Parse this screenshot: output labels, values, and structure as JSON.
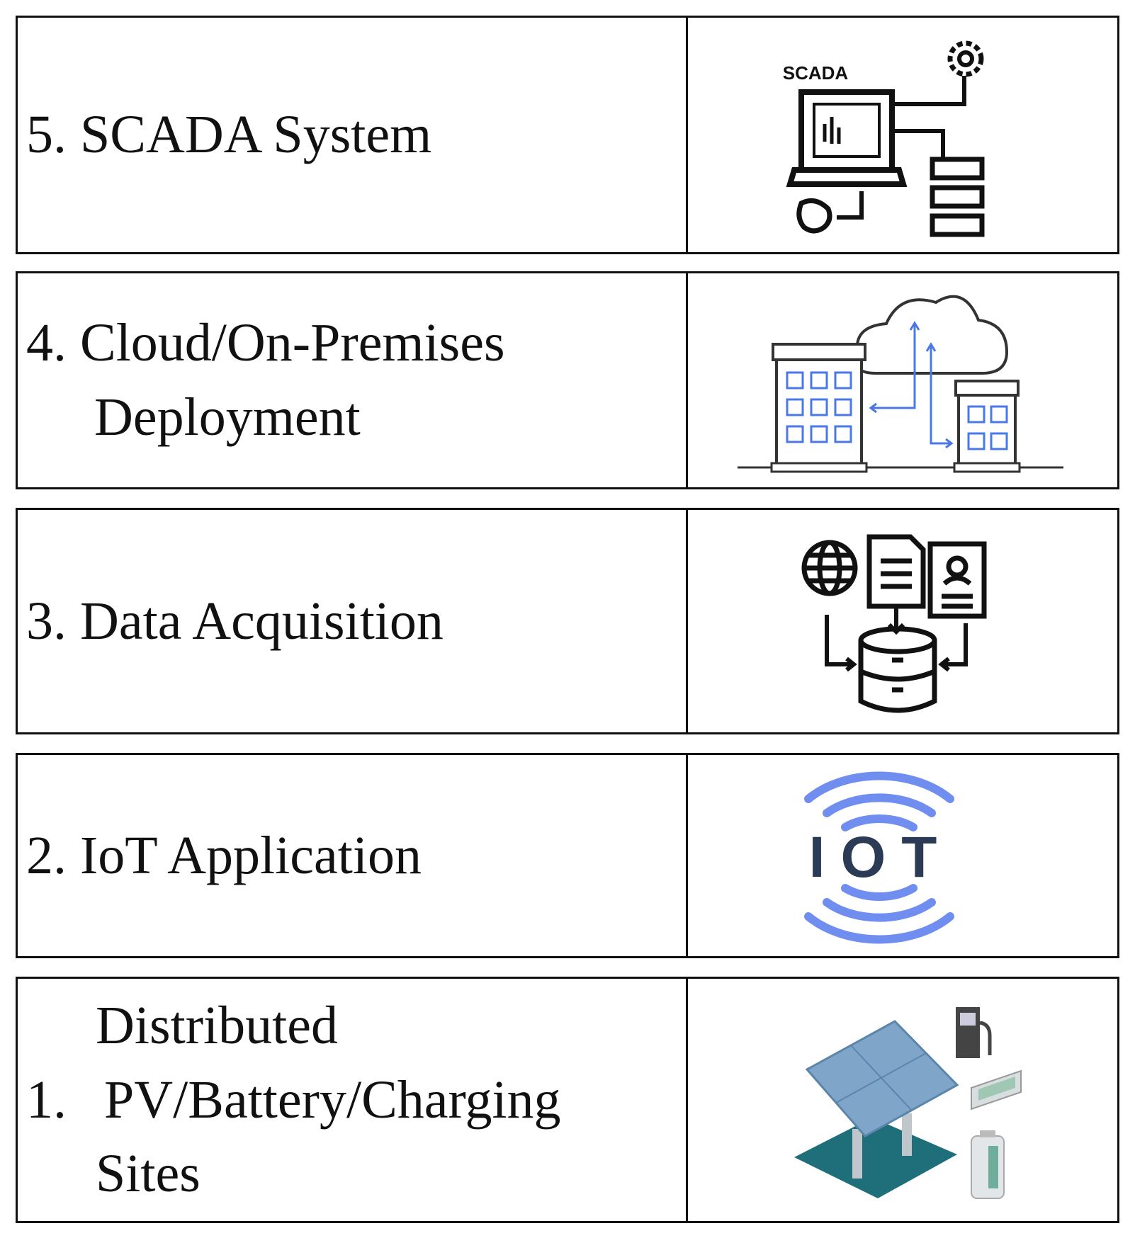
{
  "layers": [
    {
      "number": "5.",
      "title": "SCADA System",
      "icon": "scada-icon",
      "icon_text": "SCADA"
    },
    {
      "number": "4.",
      "title_line1": "Cloud/On-Premises",
      "title_line2": "Deployment",
      "icon": "cloud-buildings-icon"
    },
    {
      "number": "3.",
      "title": "Data Acquisition",
      "icon": "data-acquisition-icon"
    },
    {
      "number": "2.",
      "title": "IoT Application",
      "icon": "iot-icon",
      "icon_text": "IOT"
    },
    {
      "number": "1.",
      "title_line1": "Distributed",
      "title_line2": "PV/Battery/Charging",
      "title_line3": "Sites",
      "icon": "solar-charging-icon"
    }
  ],
  "colors": {
    "border": "#111111",
    "accent_blue": "#4a78e6",
    "iot_dark": "#2b3a55",
    "iot_wave": "#6f8ef0",
    "solar_panel": "#7fa6c8",
    "ground": "#1f6f7a"
  }
}
